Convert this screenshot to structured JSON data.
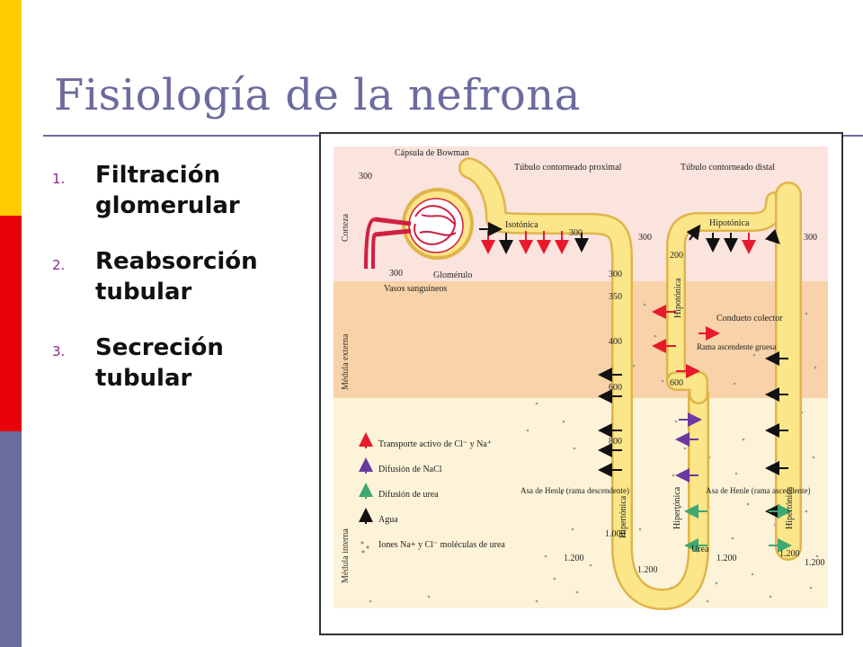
{
  "slide": {
    "title": "Fisiología de la nefrona",
    "items": [
      {
        "num": "1.",
        "text": "Filtración glomerular"
      },
      {
        "num": "2.",
        "text": "Reabsorción tubular"
      },
      {
        "num": "3.",
        "text": "Secreción tubular"
      }
    ],
    "colors": {
      "bar_yellow": "#ffcc00",
      "bar_red": "#e8000b",
      "bar_blue": "#6b6b9e",
      "title": "#6b6b9e"
    }
  },
  "diagram": {
    "zones": {
      "cortex": "Corteza",
      "outer_medulla": "Médula externa",
      "inner_medulla": "Médula interna"
    },
    "labels": {
      "capsule": "Cápsula de Bowman",
      "proximal": "Túbulo contorneado proximal",
      "distal": "Túbulo contorneado distal",
      "vessels": "Vasos sanguíneos",
      "glomerulus": "Glomérulo",
      "collecting": "Conducto colector",
      "thick_asc": "Rama ascendente gruesa",
      "henle_desc": "Asa de Henle (rama descendente)",
      "henle_asc": "Asa de Henle (rama ascendente)",
      "urea": "Urea"
    },
    "tonicity": {
      "isotonic": "Isotónica",
      "hypotonic": "Hipotónica",
      "hypertonic": "Hipertónica"
    },
    "osmolarity": {
      "v300": "300",
      "v350": "350",
      "v400": "400",
      "v600": "600",
      "v800": "800",
      "v200": "200",
      "v1000": "1.000",
      "v1200": "1.200"
    },
    "legend": [
      {
        "label": "Transporte activo de Cl⁻ y Na⁺",
        "color": "#e8192c"
      },
      {
        "label": "Difusión de NaCl",
        "color": "#6a3aa0"
      },
      {
        "label": "Difusión de urea",
        "color": "#3fa870"
      },
      {
        "label": "Agua",
        "color": "#111111"
      },
      {
        "label": "Iones Na+ y Cl⁻ moléculas de urea",
        "color": "#888888"
      }
    ],
    "colors": {
      "cortex": "#fbe3de",
      "outer": "#f8d2a8",
      "inner": "#fdf3d8",
      "tubule": "#fbe68a",
      "tubule_edge": "#e0b44a"
    }
  }
}
